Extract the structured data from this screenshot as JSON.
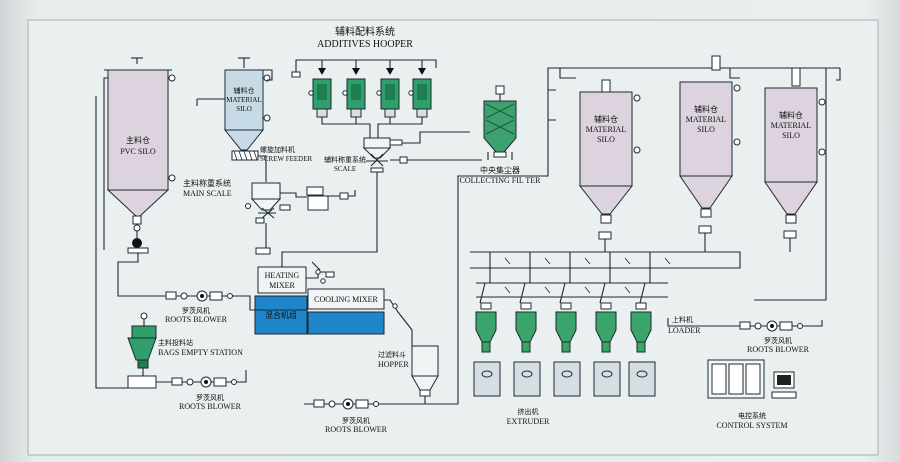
{
  "labels": {
    "additives_cn": "辅料配料系统",
    "additives_en": "ADDITIVES HOOPER",
    "pvc_silo_cn": "主料仓",
    "pvc_silo_en": "PVC SILO",
    "material_silo_cn": "辅料仓",
    "material_silo_en": "MATERIAL",
    "material_silo_en2": "SILO",
    "screw_feeder_cn": "螺旋加料机",
    "screw_feeder_en": "SCREW FEEDER",
    "main_scale_cn": "主料称重系统",
    "main_scale_en": "MAIN SCALE",
    "additive_scale_cn": "辅料称重系统",
    "additive_scale_en": "SCALE",
    "collecting_filter_cn": "中央集尘器",
    "collecting_filter_en": "COLLECTING FIL TER",
    "heating_mixer_1": "HEATING",
    "heating_mixer_2": "MIXER",
    "mixing_unit_cn": "混合机组",
    "cooling_mixer": "COOLING MIXER",
    "roots_blower_cn": "罗茨风机",
    "roots_blower_en": "ROOTS BLOWER",
    "bags_station_cn": "主料投料站",
    "bags_station_en": "BAGS EMPTY STATION",
    "hopper_cn": "过滤料斗",
    "hopper_en": "HOPPER",
    "extruder_cn": "挤出机",
    "extruder_en": "EXTRUDER",
    "loader_cn": "上料机",
    "loader_en": "LOADER",
    "control_cn": "电控系统",
    "control_en": "CONTROL SYSTEM"
  },
  "colors": {
    "silo_fill": "#ddd3df",
    "additive_green": "#2f9f6c",
    "mixer_blue": "#1f86c9",
    "blue_silo": "#c6dbe6",
    "filter_green": "#3da16f",
    "extruder_green": "#39a56a"
  }
}
